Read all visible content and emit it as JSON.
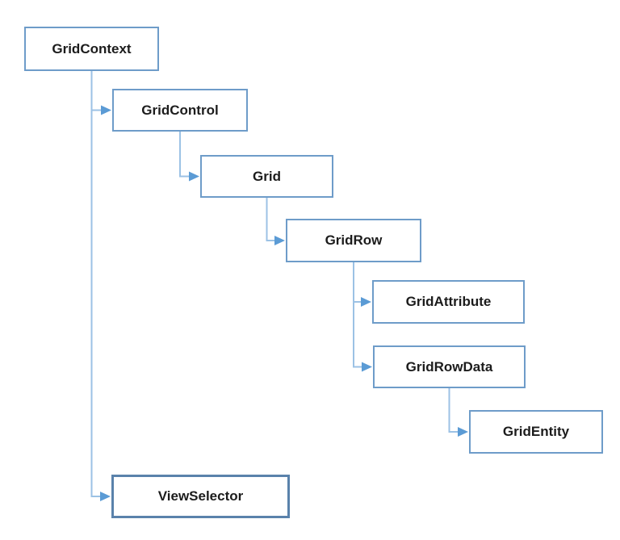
{
  "diagram": {
    "type": "hierarchy",
    "background": "#ffffff",
    "colors": {
      "box_border": "#6e9cc9",
      "box_border_emphasis": "#5a82ab",
      "box_fill": "#ffffff",
      "connector_line": "#9cc2e5",
      "arrowhead": "#5b9bd5",
      "text": "#1c1c1c"
    },
    "nodes": [
      {
        "id": "grid-context",
        "label": "GridContext"
      },
      {
        "id": "grid-control",
        "label": "GridControl"
      },
      {
        "id": "grid",
        "label": "Grid"
      },
      {
        "id": "grid-row",
        "label": "GridRow"
      },
      {
        "id": "grid-attribute",
        "label": "GridAttribute"
      },
      {
        "id": "grid-row-data",
        "label": "GridRowData"
      },
      {
        "id": "grid-entity",
        "label": "GridEntity"
      },
      {
        "id": "view-selector",
        "label": "ViewSelector"
      }
    ],
    "edges": [
      {
        "from": "GridContext",
        "to": "GridControl"
      },
      {
        "from": "GridContext",
        "to": "ViewSelector"
      },
      {
        "from": "GridControl",
        "to": "Grid"
      },
      {
        "from": "Grid",
        "to": "GridRow"
      },
      {
        "from": "GridRow",
        "to": "GridAttribute"
      },
      {
        "from": "GridRow",
        "to": "GridRowData"
      },
      {
        "from": "GridRowData",
        "to": "GridEntity"
      }
    ]
  }
}
